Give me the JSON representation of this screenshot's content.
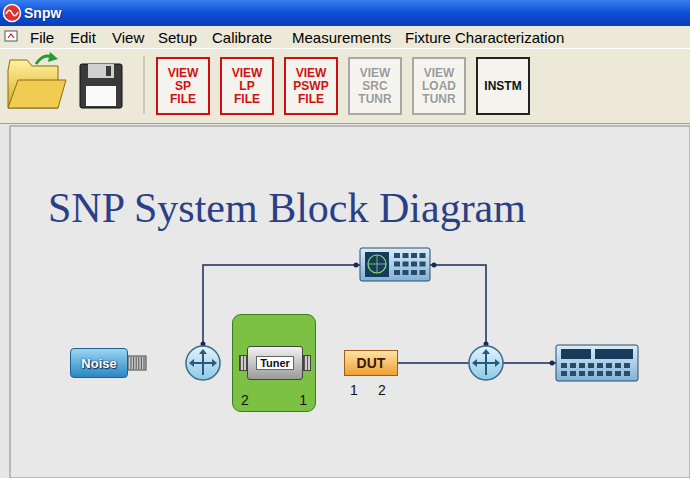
{
  "diagram": {
    "title": "SNP System Block Diagram",
    "nodes": [
      {
        "text": [
          "VIEW SP FILE"
        ]
      },
      {
        "text": [
          "VIEW LP FILE"
        ]
      },
      {
        "text": [
          "VIEW PSWP FILE"
        ]
      },
      {
        "text": [
          "VIEW SRC TUNR"
        ]
      },
      {
        "text": [
          "VIEW LOAD TUNR"
        ]
      },
      {
        "text": [
          "INSTM"
        ]
      },
      {
        "text": [
          "Noise"
        ]
      },
      {
        "text": [
          "2",
          "1"
        ]
      },
      {
        "text": [
          "Tuner"
        ],
        "in": 7
      },
      {
        "text": [
          "DUT"
        ]
      }
    ],
    "edges": [
      {
        "from": 6,
        "to": 7,
        "arrow": "none"
      },
      {
        "from": 7,
        "to": 9,
        "arrow": "none"
      }
    ],
    "labels": [
      "Snpw",
      "File",
      "Edit",
      "View",
      "Setup",
      "Calibrate",
      "Measurements",
      "Fixture Characterization",
      "1",
      "2"
    ]
  }
}
